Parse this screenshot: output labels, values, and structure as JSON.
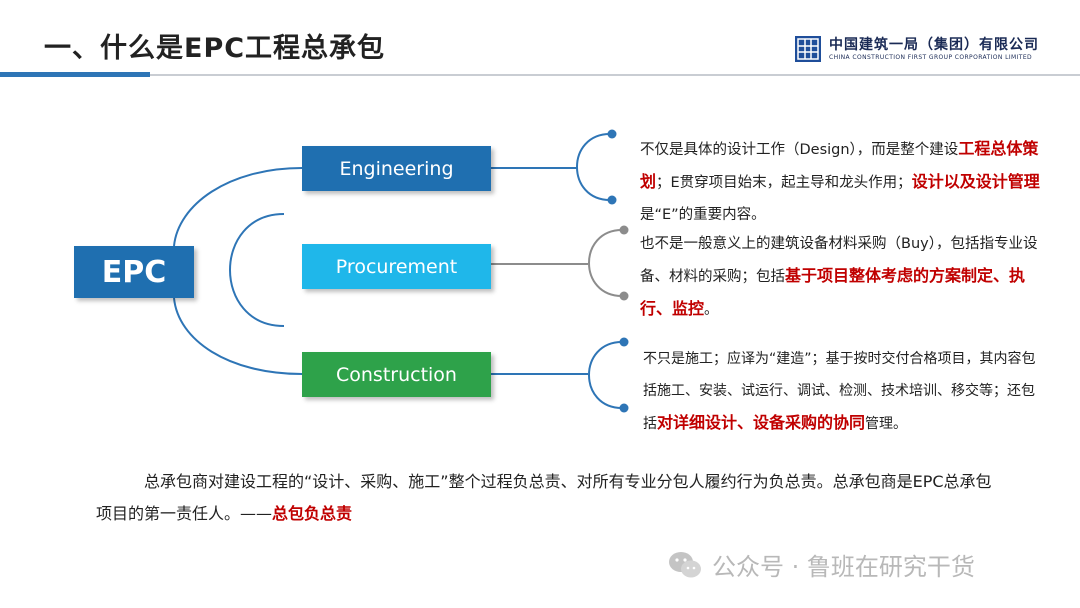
{
  "header": {
    "title": "一、什么是EPC工程总承包",
    "company_name": "中国建筑一局（集团）有限公司",
    "company_name_en": "CHINA CONSTRUCTION FIRST GROUP CORPORATION LIMITED"
  },
  "diagram": {
    "root": "EPC",
    "branches": [
      {
        "label": "Engineering"
      },
      {
        "label": "Procurement"
      },
      {
        "label": "Construction"
      }
    ]
  },
  "descriptions": {
    "engineering": {
      "p1": "不仅是具体的设计工作（Design），而是整个建设",
      "h1": "工程总体策划",
      "p2": "；E贯穿项目始末，起主导和龙头作用；",
      "h2": "设计以及设计管理",
      "p3": "是“E”的重要内容。"
    },
    "procurement": {
      "p1": "也不是一般意义上的建筑设备材料采购（Buy），包括指专业设备、材料的采购；包括",
      "h1": "基于项目整体考虑的方案制定、执行、监控",
      "p2": "。"
    },
    "construction": {
      "p1": "不只是施工；应译为“建造”；基于按时交付合格项目，其内容包括施工、安装、试运行、调试、检测、技术培训、移交等；还包括",
      "h1": "对详细设计、设备采购的协同",
      "p2": "管理。"
    }
  },
  "summary": {
    "text": "总承包商对建设工程的“设计、采购、施工”整个过程负总责、对所有专业分包人履约行为负总责。总承包商是EPC总承包项目的第一责任人。——",
    "highlight": "总包负总责"
  },
  "watermark": {
    "text": "公众号 · 鲁班在研究干货",
    "icon": "wechat-icon"
  },
  "colors": {
    "primary_blue": "#1f6fb0",
    "light_blue": "#1fb7ea",
    "green": "#2ea24a",
    "highlight_red": "#c00000",
    "connector_blue": "#2e75b6",
    "connector_gray": "#8c8c8c"
  }
}
